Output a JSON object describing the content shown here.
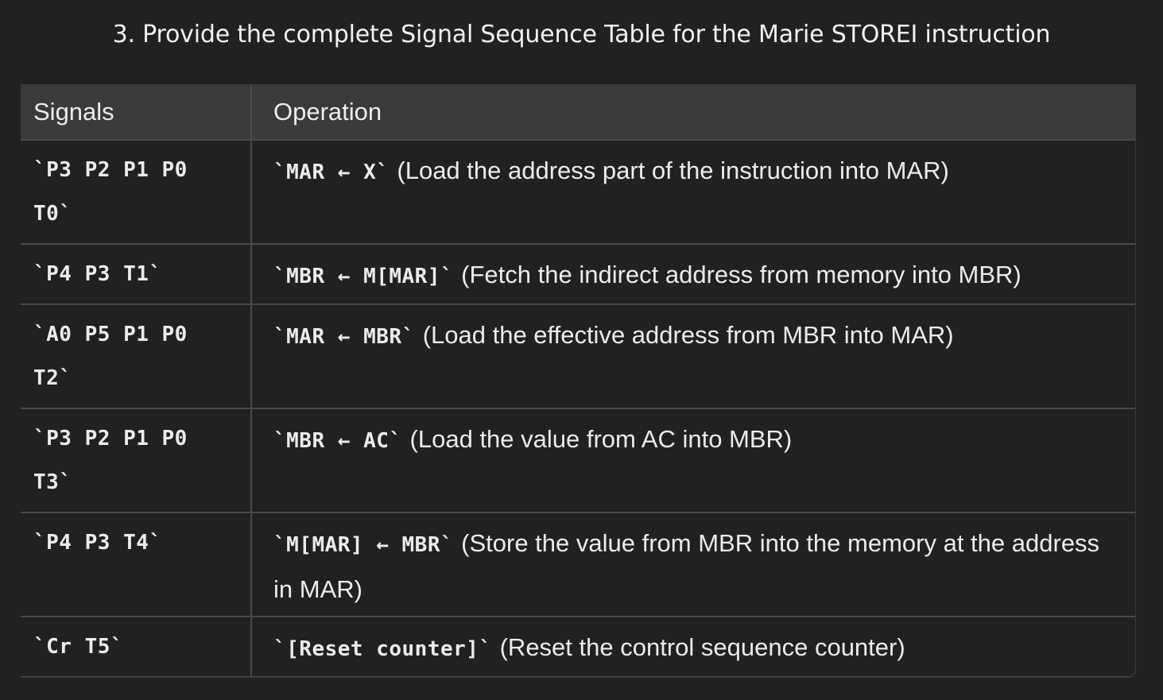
{
  "title": "3. Provide the complete Signal Sequence Table for the Marie STOREI instruction",
  "table": {
    "headers": {
      "signals": "Signals",
      "operation": "Operation"
    },
    "rows": [
      {
        "signals": "`P3 P2 P1 P0 T0`",
        "code": "`MAR ← X`",
        "desc": "(Load the address part of the instruction into MAR)"
      },
      {
        "signals": "`P4 P3 T1`",
        "code": "`MBR ← M[MAR]`",
        "desc": "(Fetch the indirect address from memory into MBR)"
      },
      {
        "signals": "`A0 P5 P1 P0 T2`",
        "code": "`MAR ← MBR`",
        "desc": "(Load the effective address from MBR into MAR)"
      },
      {
        "signals": "`P3 P2 P1 P0 T3`",
        "code": "`MBR ← AC`",
        "desc": "(Load the value from AC into MBR)"
      },
      {
        "signals": "`P4 P3 T4`",
        "code": "`M[MAR] ← MBR`",
        "desc": "(Store the value from MBR into the memory at the address in MAR)"
      },
      {
        "signals": "`Cr T5`",
        "code": "`[Reset counter]`",
        "desc": "(Reset the control sequence counter)"
      }
    ]
  }
}
